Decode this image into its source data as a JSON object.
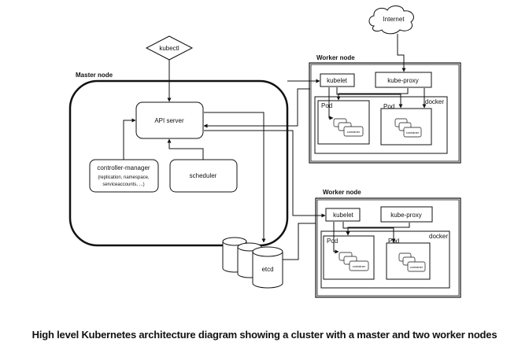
{
  "labels": {
    "internet": "Internet",
    "kubectl": "kubectl",
    "master_node": "Master node",
    "api_server": "API server",
    "controller_manager": "controller-manager",
    "controller_manager_detail_1": "(replication, namespace,",
    "controller_manager_detail_2": "serviceaccounts, ...)",
    "scheduler": "scheduler",
    "etcd": "etcd"
  },
  "worker_nodes": [
    {
      "title": "Worker node",
      "kubelet": "kubelet",
      "kube_proxy": "kube-proxy",
      "docker": "docker",
      "pod_left": "Pod",
      "pod_right": "Pod",
      "container": "container"
    },
    {
      "title": "Worker node",
      "kubelet": "kubelet",
      "kube_proxy": "kube-proxy",
      "docker": "docker",
      "pod_left": "Pod",
      "pod_right": "Pod",
      "container": "container"
    }
  ],
  "caption": "High level Kubernetes architecture diagram showing a cluster with a master and two worker nodes"
}
